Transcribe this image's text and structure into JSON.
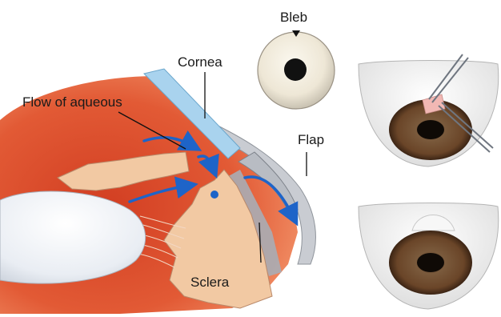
{
  "labels": {
    "bleb": "Bleb",
    "cornea": "Cornea",
    "flow": "Flow of aqueous",
    "flap": "Flap",
    "sclera": "Sclera"
  },
  "colors": {
    "outer_red": "#e96a3e",
    "inner_red": "#c9432a",
    "tissue": "#f2c9a3",
    "cornea_blue": "#a9d3ee",
    "arrow_blue": "#1e64c8",
    "iris_brown": "#6e4a2c",
    "lens_white": "#eef1f5"
  }
}
